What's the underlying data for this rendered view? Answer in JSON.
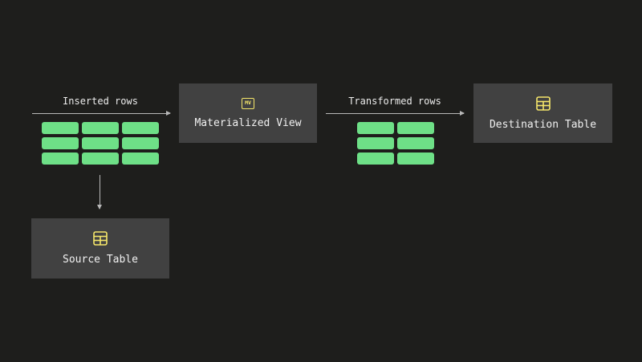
{
  "labels": {
    "inserted_rows": "Inserted rows",
    "transformed_rows": "Transformed rows"
  },
  "nodes": {
    "materialized_view": {
      "title": "Materialized View",
      "icon": "MV",
      "icon_name": "mv-icon"
    },
    "destination_table": {
      "title": "Destination Table",
      "icon_name": "table-icon"
    },
    "source_table": {
      "title": "Source Table",
      "icon_name": "table-icon"
    }
  },
  "colors": {
    "background": "#1e1e1c",
    "node": "#414141",
    "row": "#6ee087",
    "icon": "#f5e66a",
    "arrow": "#b8b8b8"
  }
}
